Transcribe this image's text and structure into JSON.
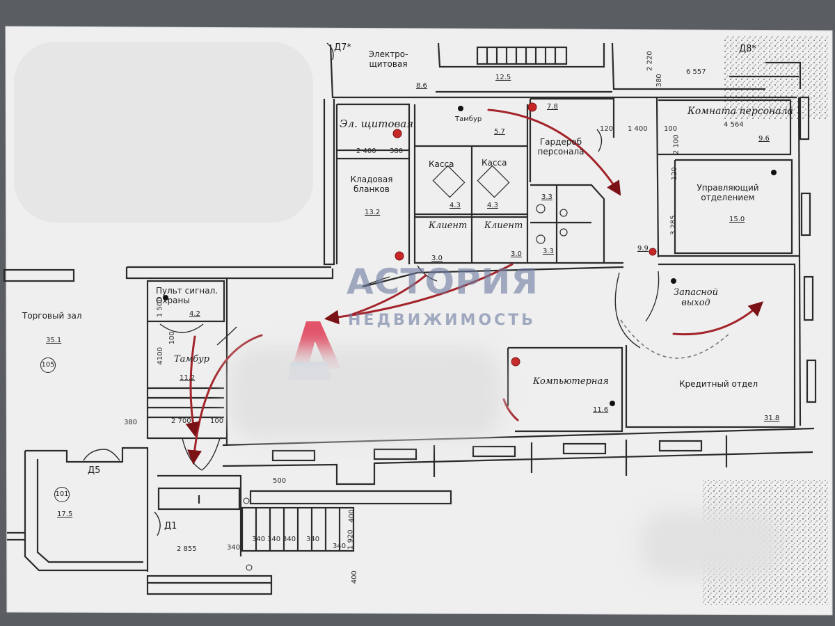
{
  "rooms": {
    "electro": "Электро-\nщитовая",
    "el_shchitovaya": "Эл. щитовая",
    "tambur_top": "Тамбур",
    "garderob": "Гардероб\nперсонала",
    "komnata": "Комната персонала",
    "upravl": "Управляющий\nотделением",
    "kassa1": "Касса",
    "kassa2": "Касса",
    "kladovaya": "Кладовая\nбланков",
    "klient1": "Клиент",
    "klient2": "Клиент",
    "zapasnoy": "Запасной\nвыход",
    "pult": "Пульт сигнал.\nОхраны",
    "tambur_left": "Тамбур",
    "torgovy": "Торговый зал",
    "komp": "Компьютерная",
    "kredit": "Кредитный отдел"
  },
  "areas": {
    "electro": "8.6",
    "stair_top": "12.5",
    "garderob": "7.8",
    "tambur_top": "5.7",
    "komnata": "9.6",
    "upravl": "15.0",
    "kassa1": "4.3",
    "kassa2": "4.3",
    "kladovaya": "13.2",
    "wc1": "3.3",
    "wc2": "3.3",
    "klient1": "3.0",
    "klient2": "3.0",
    "pult": "4.2",
    "tambur_left": "11.2",
    "torgovy": "35.1",
    "komp": "11.6",
    "kredit": "31.8",
    "room101": "17.5",
    "corner": "9.9"
  },
  "doors": {
    "d7": "Д7*",
    "d8": "Д8*",
    "d5": "Д5",
    "d1": "Д1"
  },
  "room_numbers": {
    "torgovy": "105",
    "left_room": "101"
  },
  "dimensions": {
    "d2220": "2 220",
    "d6557": "6 557",
    "d380a": "380",
    "d120a": "120",
    "d1400": "1 400",
    "d100a": "100",
    "d2100": "2 100",
    "d4564": "4 564",
    "d120b": "120",
    "d3285": "3 285",
    "d2400": "2 400",
    "d380b": "380",
    "d1500": "1 500",
    "d100b": "100",
    "d4100": "4100",
    "d380c": "380",
    "d2700": "2 700",
    "d100c": "100",
    "d500": "500",
    "d400a": "400",
    "d1920": "1 920",
    "d400b": "400",
    "d2855": "2 855",
    "d340a": "340",
    "d340b": "340",
    "d340c": "340",
    "d340d": "340",
    "d340e": "340",
    "d340f": "340"
  },
  "watermark": {
    "title": "АСТОРИЯ",
    "subtitle": "НЕДВИЖИМОСТЬ"
  },
  "colors": {
    "paper": "#f1f1f1",
    "line": "#2b2b2b",
    "arrow": "#b3232a",
    "marker": "#c62828",
    "logo_red": "#e0304b",
    "logo_blue": "#3d6fd1"
  }
}
